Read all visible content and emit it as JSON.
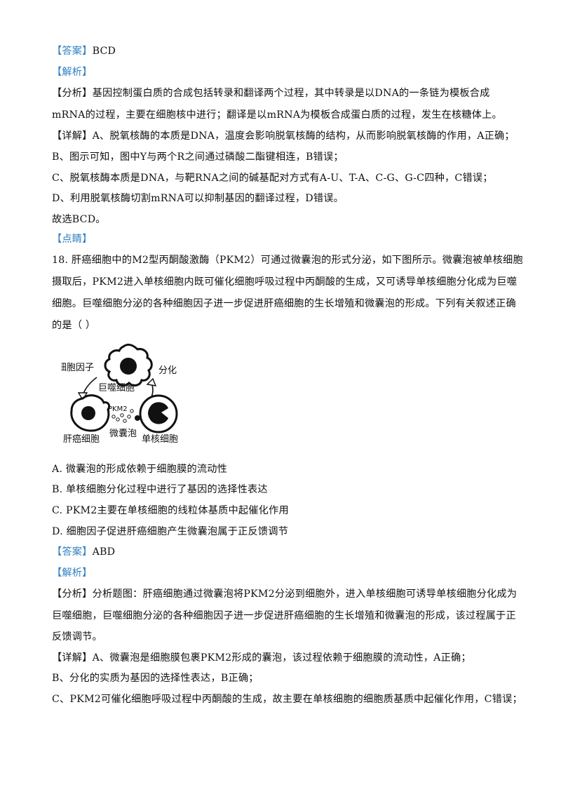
{
  "q17": {
    "answer_tag": "【答案】",
    "answer": "BCD",
    "analysis_tag": "【解析】",
    "fenxi_tag": "【分析】",
    "fenxi_1": "基因控制蛋白质的合成包括转录和翻译两个过程，其中转录是以DNA的一条链为模板合成",
    "fenxi_2": "mRNA的过程，主要在细胞核中进行；翻译是以mRNA为模板合成蛋白质的过程，发生在核糖体上。",
    "xiangjie_tag": "【详解】",
    "xiangjie_a": "A、脱氧核酶的本质是DNA，温度会影响脱氧核酶的结构，从而影响脱氧核酶的作用，A正确；",
    "line_b": "B、图示可知，图中Y与两个R之间通过磷酸二酯键相连，B错误；",
    "line_c": "C、脱氧核酶本质是DNA，与靶RNA之间的碱基配对方式有A-U、T-A、C-G、G-C四种，C错误；",
    "line_d": "D、利用脱氧核酶切割mRNA可以抑制基因的翻译过程，D错误。",
    "conclusion": "故选BCD。",
    "dianjing_tag": "【点睛】"
  },
  "q18": {
    "stem_1": "18. 肝癌细胞中的M2型丙酮酸激酶（PKM2）可通过微囊泡的形式分泌，如下图所示。微囊泡被单核细胞",
    "stem_2": "摄取后，PKM2进入单核细胞内既可催化细胞呼吸过程中丙酮酸的生成，又可诱导单核细胞分化成为巨噬",
    "stem_3": "细胞。巨噬细胞分泌的各种细胞因子进一步促进肝癌细胞的生长增殖和微囊泡的形成。下列有关叙述正确",
    "stem_4": "的是（      ）",
    "figure": {
      "label_cytokine": "细胞因子",
      "label_macrophage": "巨噬细胞",
      "label_differentiation": "分化",
      "label_pkm2": "PKM2",
      "label_liver_cancer": "肝癌细胞",
      "label_microvesicle": "微囊泡",
      "label_monocyte": "单核细胞"
    },
    "options": {
      "a": "A.  微囊泡的形成依赖于细胞膜的流动性",
      "b": "B.  单核细胞分化过程中进行了基因的选择性表达",
      "c": "C.  PKM2主要在单核细胞的线粒体基质中起催化作用",
      "d": "D.  细胞因子促进肝癌细胞产生微囊泡属于正反馈调节"
    },
    "answer_tag": "【答案】",
    "answer": "ABD",
    "analysis_tag": "【解析】",
    "fenxi_tag": "【分析】",
    "fenxi_1": "分析题图：肝癌细胞通过微囊泡将PKM2分泌到细胞外，进入单核细胞可诱导单核细胞分化成为",
    "fenxi_2": "巨噬细胞，巨噬细胞分泌的各种细胞因子进一步促进肝癌细胞的生长增殖和微囊泡的形成，该过程属于正",
    "fenxi_3": "反馈调节。",
    "xiangjie_tag": "【详解】",
    "xiangjie_a": "A、微囊泡是细胞膜包裹PKM2形成的囊泡，该过程依赖于细胞膜的流动性，A正确；",
    "line_b": "B、分化的实质为基因的选择性表达，B正确；",
    "line_c": "C、PKM2可催化细胞呼吸过程中丙酮酸的生成，故主要在单核细胞的细胞质基质中起催化作用，C错误；"
  }
}
